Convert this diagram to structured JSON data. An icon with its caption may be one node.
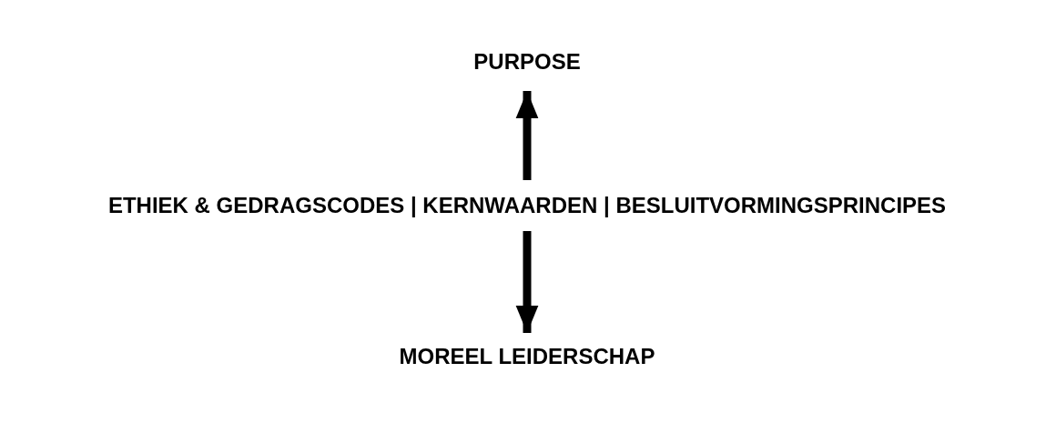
{
  "diagram": {
    "nodes": [
      {
        "text": [
          "PURPOSE"
        ]
      },
      {
        "text": [
          "ETHIEK & GEDRAGSCODES | KERNWAARDEN | BESLUITVORMINGSPRINCIPES"
        ]
      },
      {
        "text": [
          "MOREEL LEIDERSCHAP"
        ]
      }
    ],
    "edges": [
      {
        "from": 1,
        "to": 0,
        "arrow": "to"
      },
      {
        "from": 1,
        "to": 2,
        "arrow": "to"
      }
    ]
  }
}
